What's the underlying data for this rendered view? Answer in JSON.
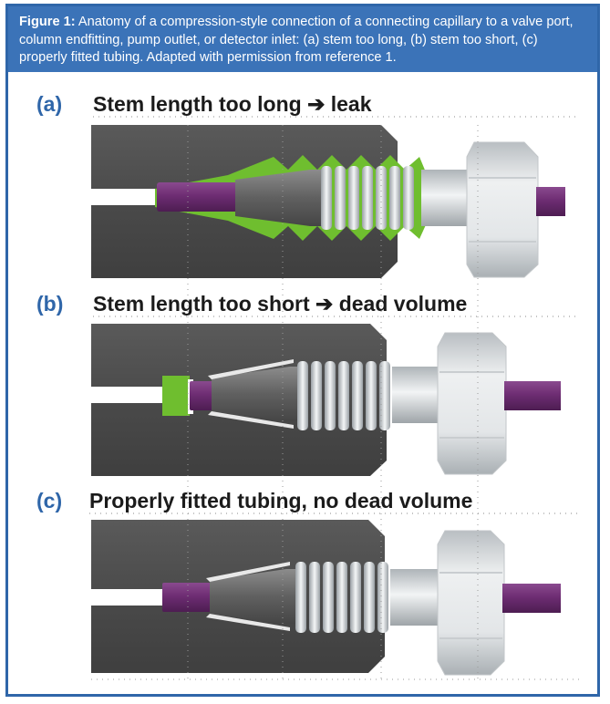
{
  "figure": {
    "label": "Figure 1:",
    "caption": "Anatomy of a compression-style connection of a connecting capillary to a valve port, column endfitting, pump outlet, or detector inlet: (a) stem too long, (b) stem too short, (c) properly fitted tubing. Adapted with permission from reference 1."
  },
  "panels": [
    {
      "label": "(a)",
      "title": "Stem length too long ➔ leak"
    },
    {
      "label": "(b)",
      "title": "Stem length too short ➔ dead volume"
    },
    {
      "label": "(c)",
      "title": "Properly fitted tubing, no dead volume"
    }
  ],
  "colors": {
    "frame": "#2f66a9",
    "header_bg": "#3b73b8",
    "port_body": "#4e4e4e",
    "tubing": "#6e2d73",
    "leak_green": "#6fbe2f",
    "ferrule": "#6b6b6b",
    "nut_metal": "#c7cbce"
  }
}
